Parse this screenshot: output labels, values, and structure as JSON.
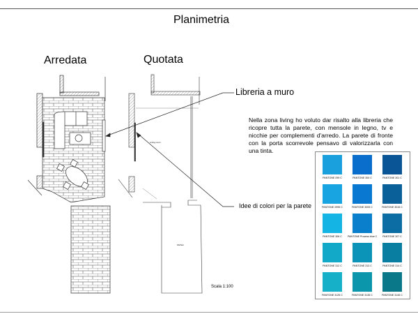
{
  "title": "Planimetria",
  "plans": {
    "furnished_label": "Arredata",
    "dimensioned_label": "Quotata",
    "living_room_label": "Living room",
    "kitchen_label": "Kitchen"
  },
  "callouts": {
    "bookcase": "Libreria a muro",
    "wall_colors": "Idee di colori per la parete"
  },
  "description": "Nella zona living ho voluto dar risalto alla libreria che ricopre tutta la parete, con mensole in legno, tv e nicchie per complementi d'arredo. La parete di fronte con la porta scorrevole pensavo di valorizzarla con una tinta.",
  "scale": "Scala 1:100",
  "palette": [
    {
      "label": "PANTONE 299 C",
      "color": "#1aa0dc"
    },
    {
      "label": "PANTONE 300 C",
      "color": "#0a6fcc"
    },
    {
      "label": "PANTONE 301 C",
      "color": "#0a5596"
    },
    {
      "label": "PANTONE 2995 C",
      "color": "#18a4e0"
    },
    {
      "label": "PANTONE 3005 C",
      "color": "#0878d0"
    },
    {
      "label": "PANTONE 3015 C",
      "color": "#0a6098"
    },
    {
      "label": "PANTONE 306 C",
      "color": "#14b4e4"
    },
    {
      "label": "PANTONE Process blue C",
      "color": "#0a80cc"
    },
    {
      "label": "PANTONE 307 C",
      "color": "#0c6ca4"
    },
    {
      "label": "PANTONE 312 C",
      "color": "#12a8c8"
    },
    {
      "label": "PANTONE 313 C",
      "color": "#0c94b8"
    },
    {
      "label": "PANTONE 314 C",
      "color": "#0a7ea0"
    },
    {
      "label": "PANTONE 3125 C",
      "color": "#16b0c8"
    },
    {
      "label": "PANTONE 3135 C",
      "color": "#0c96ac"
    },
    {
      "label": "PANTONE 3145 C",
      "color": "#0a7888"
    }
  ]
}
